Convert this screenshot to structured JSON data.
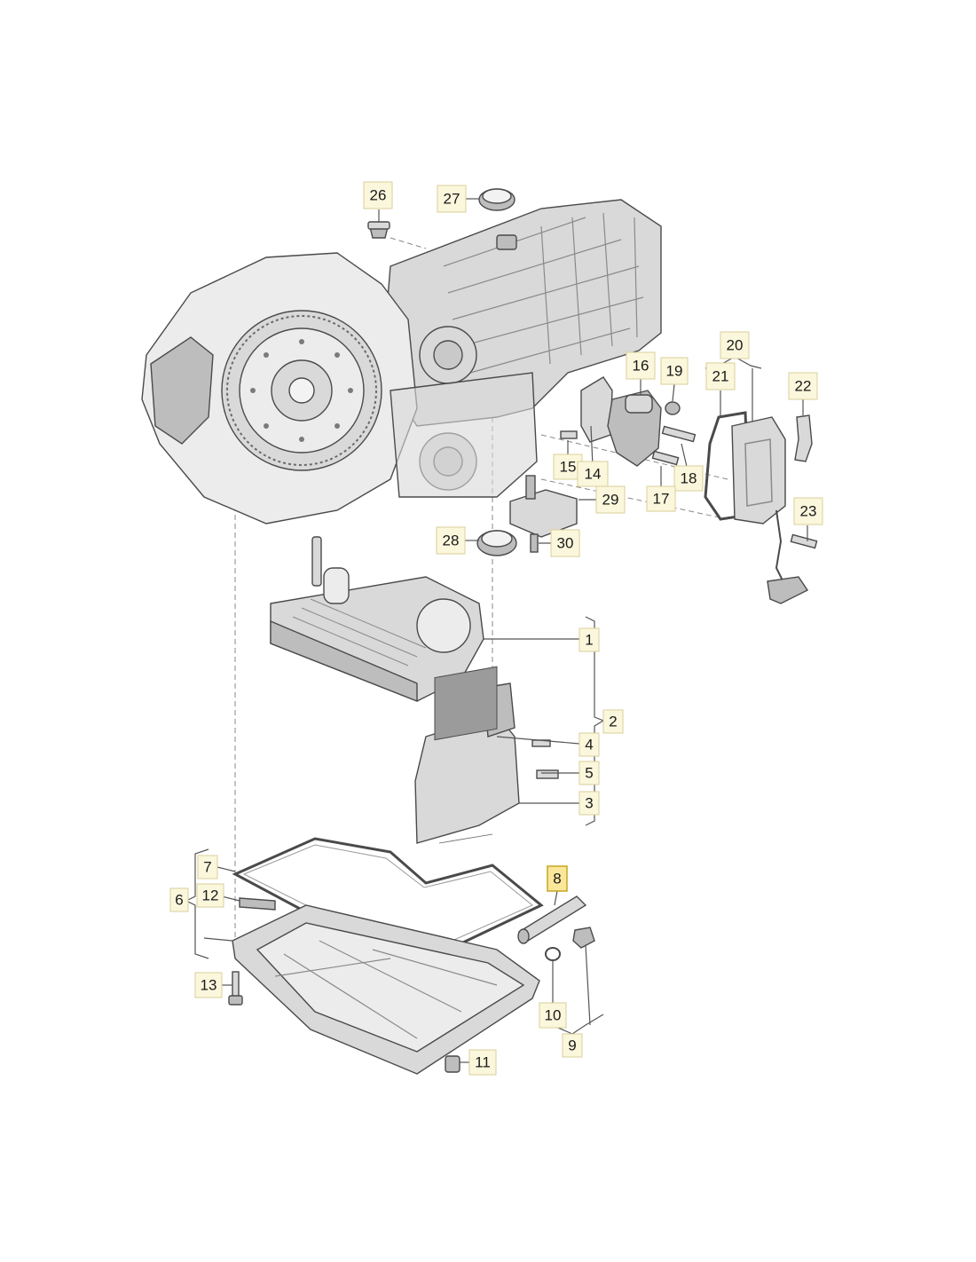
{
  "diagram": {
    "callouts": [
      {
        "id": "1",
        "label": "1"
      },
      {
        "id": "2",
        "label": "2"
      },
      {
        "id": "3",
        "label": "3"
      },
      {
        "id": "4",
        "label": "4"
      },
      {
        "id": "5",
        "label": "5"
      },
      {
        "id": "6",
        "label": "6"
      },
      {
        "id": "7",
        "label": "7"
      },
      {
        "id": "8",
        "label": "8",
        "highlighted": true
      },
      {
        "id": "9",
        "label": "9"
      },
      {
        "id": "10",
        "label": "10"
      },
      {
        "id": "11",
        "label": "11"
      },
      {
        "id": "12",
        "label": "12"
      },
      {
        "id": "13",
        "label": "13"
      },
      {
        "id": "14",
        "label": "14"
      },
      {
        "id": "15",
        "label": "15"
      },
      {
        "id": "16",
        "label": "16"
      },
      {
        "id": "17",
        "label": "17"
      },
      {
        "id": "18",
        "label": "18"
      },
      {
        "id": "19",
        "label": "19"
      },
      {
        "id": "20",
        "label": "20"
      },
      {
        "id": "21",
        "label": "21"
      },
      {
        "id": "22",
        "label": "22"
      },
      {
        "id": "23",
        "label": "23"
      },
      {
        "id": "26",
        "label": "26"
      },
      {
        "id": "27",
        "label": "27"
      },
      {
        "id": "28",
        "label": "28"
      },
      {
        "id": "29",
        "label": "29"
      },
      {
        "id": "30",
        "label": "30"
      }
    ],
    "colors": {
      "callout_fill": "#fbf7dc",
      "callout_highlight_fill": "#fbe79a",
      "line": "#555555",
      "part": "#d9d9d9"
    }
  }
}
